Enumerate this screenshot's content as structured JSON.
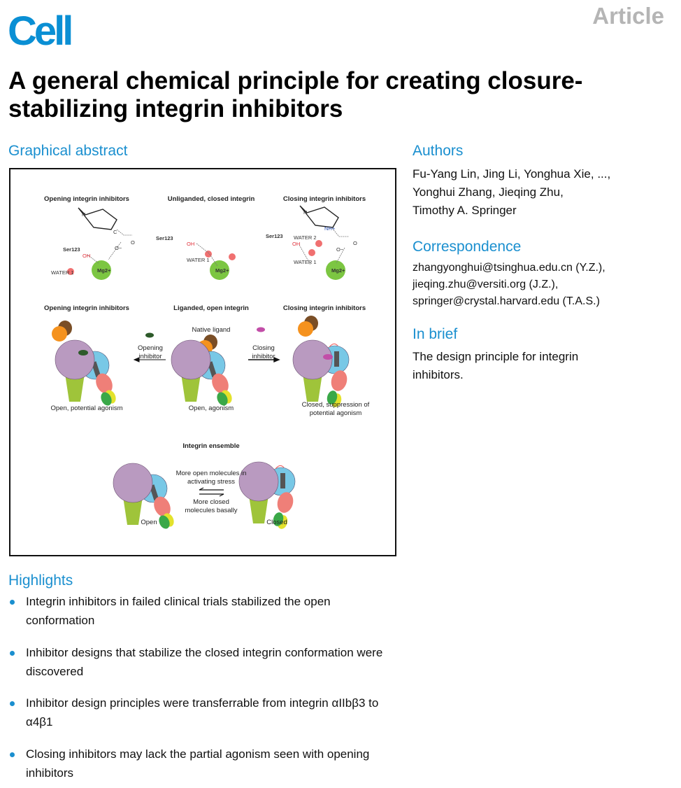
{
  "header": {
    "journal": "Cell",
    "article_type": "Article"
  },
  "title": "A general chemical principle for creating closure-stabilizing integrin inhibitors",
  "sections": {
    "graphical_abstract": "Graphical abstract",
    "authors": "Authors",
    "correspondence": "Correspondence",
    "in_brief": "In brief",
    "highlights": "Highlights"
  },
  "authors": [
    "Fu-Yang Lin, Jing Li, Yonghua Xie, ...,",
    "Yonghui Zhang, Jieqing Zhu,",
    "Timothy A. Springer"
  ],
  "correspondence": [
    "zhangyonghui@tsinghua.edu.cn (Y.Z.),",
    "jieqing.zhu@versiti.org (J.Z.),",
    "springer@crystal.harvard.edu (T.A.S.)"
  ],
  "in_brief": "The design principle for integrin inhibitors.",
  "highlights": [
    "Integrin inhibitors in failed clinical trials stabilized the open conformation",
    "Inhibitor designs that stabilize the closed integrin conformation were discovered",
    "Inhibitor design principles were transferrable from integrin αIIbβ3 to α4β1",
    "Closing inhibitors may lack the partial agonism seen with opening inhibitors"
  ],
  "abstract": {
    "row1": {
      "left": "Opening integrin inhibitors",
      "middle": "Unliganded, closed integrin",
      "right": "Closing integrin inhibitors"
    },
    "chem": {
      "ser": "Ser123",
      "oh": "OH",
      "water1": "WATER 1",
      "water2": "WATER 2",
      "mg": "Mg2+",
      "n": "N",
      "nh": "NH+",
      "c": "C",
      "o": "O",
      "ominus": "O−"
    },
    "row2": {
      "left": "Opening integrin inhibitors",
      "middle": "Liganded, open integrin",
      "right": "Closing integrin inhibitors"
    },
    "native_ligand": "Native ligand",
    "opening_inhibitor": "Opening inhibitor",
    "closing_inhibitor": "Closing inhibitor",
    "state_left": "Open, potential agonism",
    "state_middle": "Open, agonism",
    "state_right": "Closed, suppression of potential agonism",
    "ensemble_title": "Integrin ensemble",
    "more_open": "More open molecules in activating stress",
    "more_closed": "More closed molecules basally",
    "open": "Open",
    "closed": "Closed"
  },
  "colors": {
    "brand": "#0a8fd4",
    "purple": "#b99ac0",
    "blue": "#78c8e6",
    "leg": "#9fc43a",
    "salmon": "#ef7f78",
    "green": "#3aa848",
    "yellow": "#e3e22c",
    "orange": "#f5921e",
    "brown": "#7a4e26",
    "mg": "#7cc642",
    "opening": "#2d5a2a",
    "closing": "#c24ea8"
  }
}
